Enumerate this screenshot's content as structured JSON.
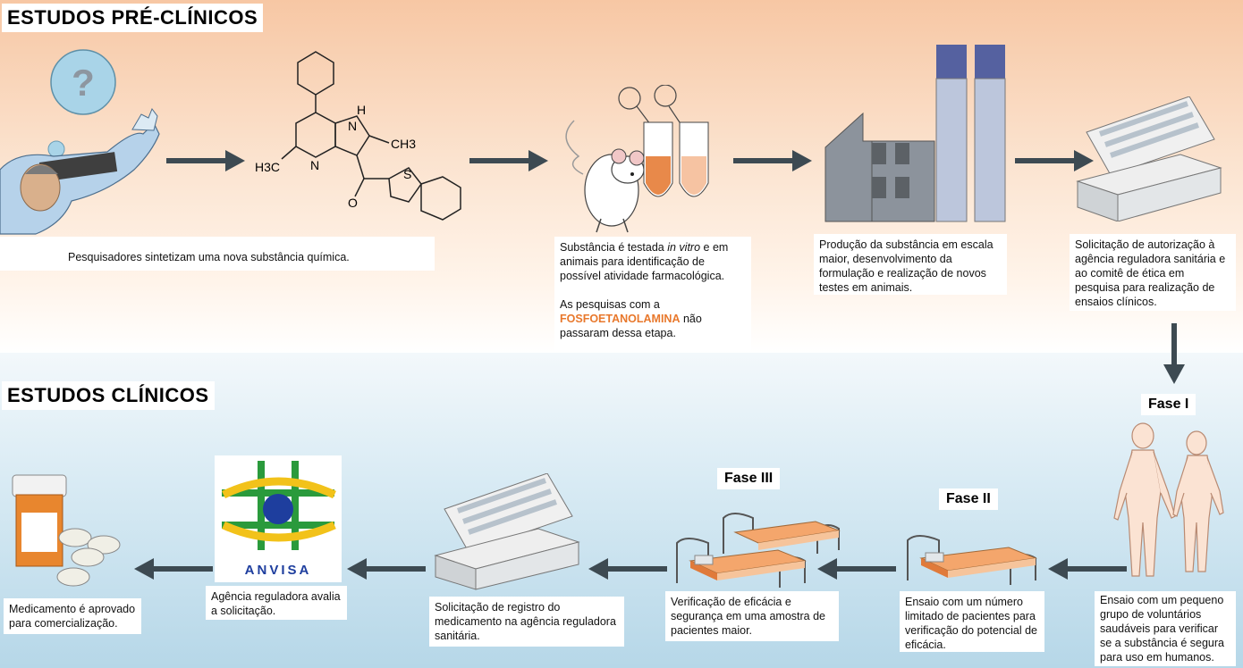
{
  "sections": {
    "preclinical_title": "ESTUDOS PRÉ-CLÍNICOS",
    "clinical_title": "ESTUDOS CLÍNICOS"
  },
  "preclinical_steps": [
    {
      "caption": "Pesquisadores sintetizam uma nova substância química."
    },
    {
      "caption_a": "Substância é testada ",
      "caption_em": "in vitro",
      "caption_b": " e em animais para identificação de possível atividade farmacológica.",
      "note_a": "As pesquisas com a ",
      "note_highlight": "FOSFOETANOLAMINA",
      "note_b": " não passaram dessa etapa."
    },
    {
      "caption": "Produção da substância em escala maior, desenvolvimento da formulação e realização de novos testes em animais."
    },
    {
      "caption": "Solicitação de autorização à agência reguladora sanitária e ao comitê de ética em pesquisa para realização de ensaios clínicos."
    }
  ],
  "molecule_labels": {
    "nh": "H",
    "n_nh": "N",
    "ch3_right": "CH3",
    "h3c_left": "H3C",
    "n_ring": "N",
    "o": "O",
    "s": "S"
  },
  "question_mark": "?",
  "clinical_steps": [
    {
      "phase": "Fase I",
      "caption": "Ensaio com um pequeno grupo de voluntários saudáveis para verificar se a substância é segura para uso em humanos."
    },
    {
      "phase": "Fase II",
      "caption": "Ensaio com um número limitado de pacientes para verificação do potencial de eficácia."
    },
    {
      "phase": "Fase III",
      "caption": "Verificação de eficácia e segurança em uma amostra de pacientes maior."
    },
    {
      "caption": "Solicitação de registro do medicamento na agência reguladora sanitária."
    },
    {
      "logo_text": "ANVISA",
      "caption": "Agência reguladora avalia a solicitação."
    },
    {
      "caption": "Medicamento é aprovado para comercialização."
    }
  ],
  "colors": {
    "arrow": "#3d4a52",
    "highlight": "#e8782c",
    "anvisa_green": "#2a9a3c",
    "anvisa_yellow": "#f2c21a",
    "anvisa_blue": "#1e3e9e"
  }
}
